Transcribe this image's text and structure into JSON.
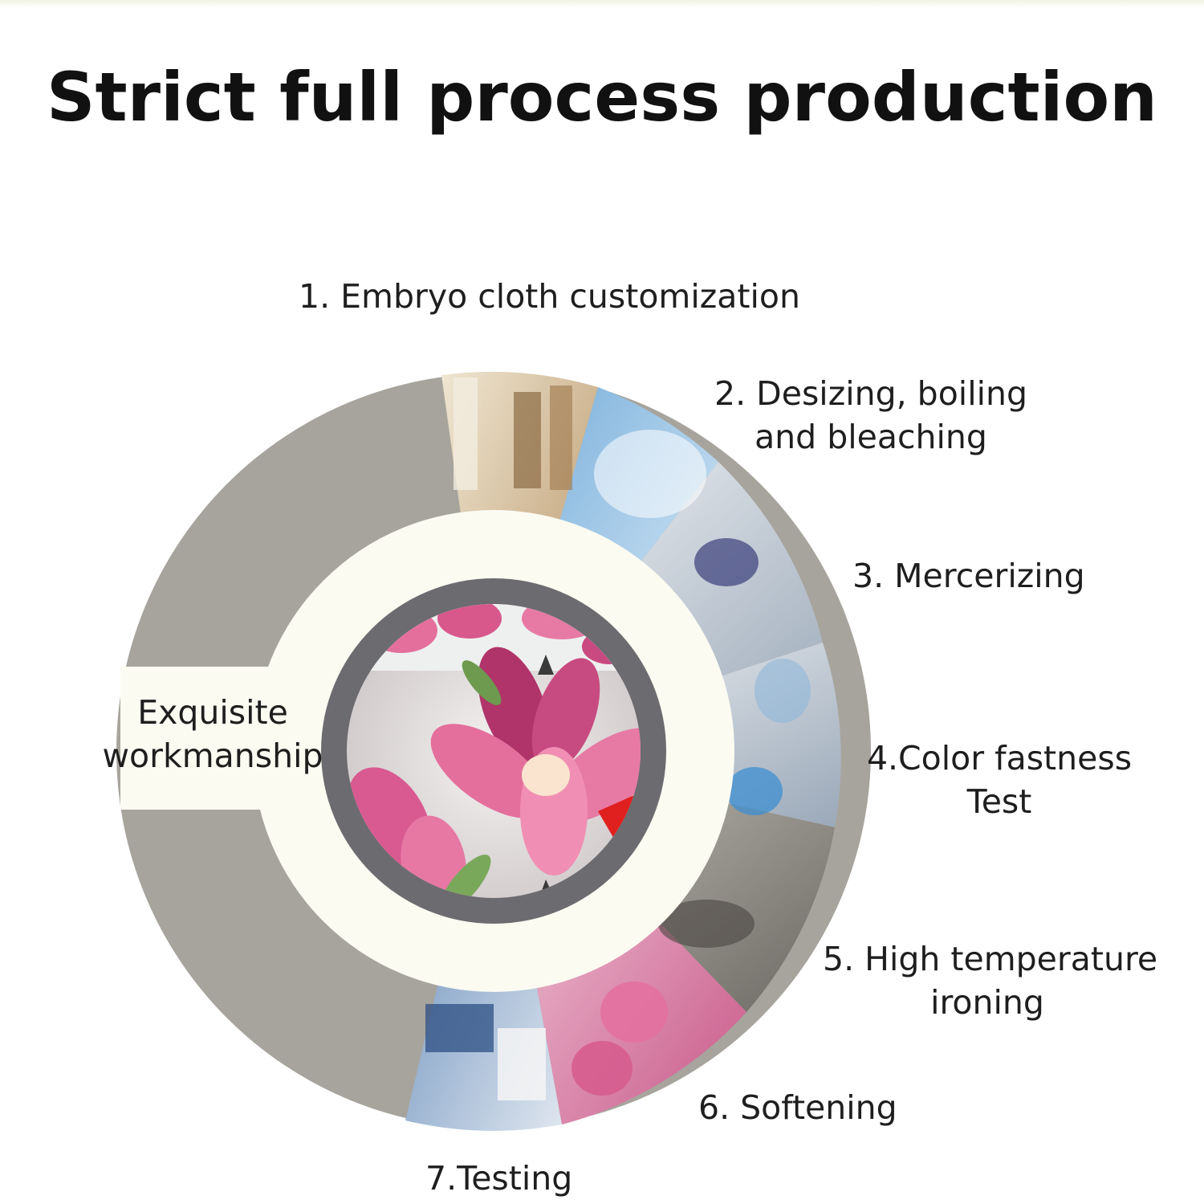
{
  "title": "Strict full process production",
  "center_label": [
    "Exquisite",
    "workmanship"
  ],
  "steps": [
    {
      "lines": [
        "1. Embryo cloth customization"
      ]
    },
    {
      "lines": [
        "2. Desizing, boiling",
        "and bleaching"
      ]
    },
    {
      "lines": [
        "3. Mercerizing"
      ]
    },
    {
      "lines": [
        "4.Color fastness",
        "Test"
      ]
    },
    {
      "lines": [
        "5. High temperature",
        "ironing"
      ]
    },
    {
      "lines": [
        "6. Softening"
      ]
    },
    {
      "lines": [
        "7.Testing"
      ]
    }
  ],
  "colors": {
    "outer_ring": "#a7a49d",
    "cream_ring": "#fcfbf2",
    "inner_ring": "#6c6b70",
    "photo_textile": "#c9b48f",
    "photo_blue": "#a9cde6",
    "photo_lab": "#d8dde2",
    "photo_pink": "#e58aac",
    "flower_pink": "#e46f9c",
    "flower_dark": "#b0346a",
    "leaf_green": "#7aa85a"
  },
  "icons": [
    "flower-illustration"
  ]
}
